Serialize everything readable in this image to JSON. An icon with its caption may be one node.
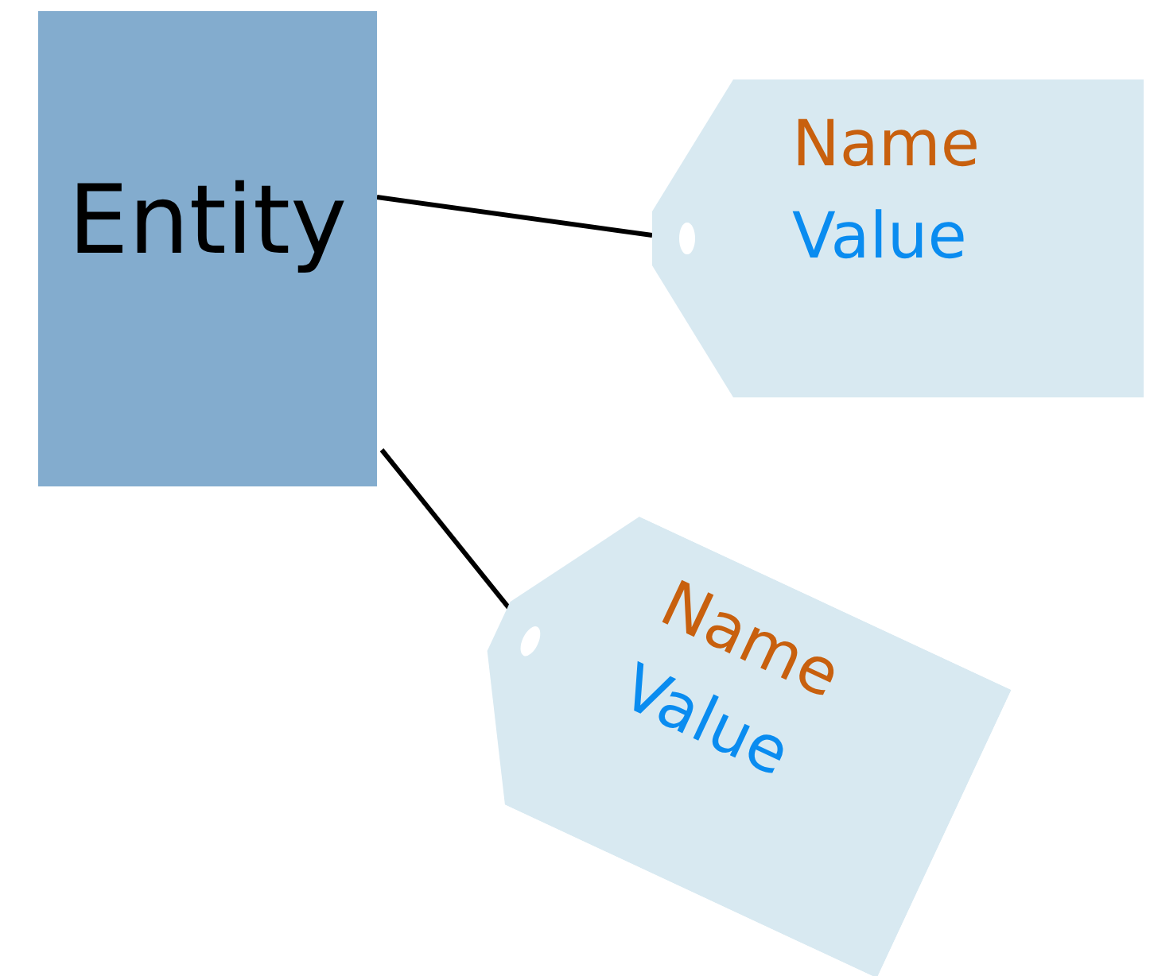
{
  "diagram": {
    "nodes": [
      {
        "text": [
          "Entity"
        ]
      },
      {
        "text": [
          "Name",
          "Value"
        ]
      },
      {
        "text": [
          "Name",
          "Value"
        ]
      }
    ],
    "edges": [
      {
        "from": 0,
        "to": 1,
        "arrow": "none"
      },
      {
        "from": 0,
        "to": 2,
        "arrow": "none"
      }
    ]
  }
}
